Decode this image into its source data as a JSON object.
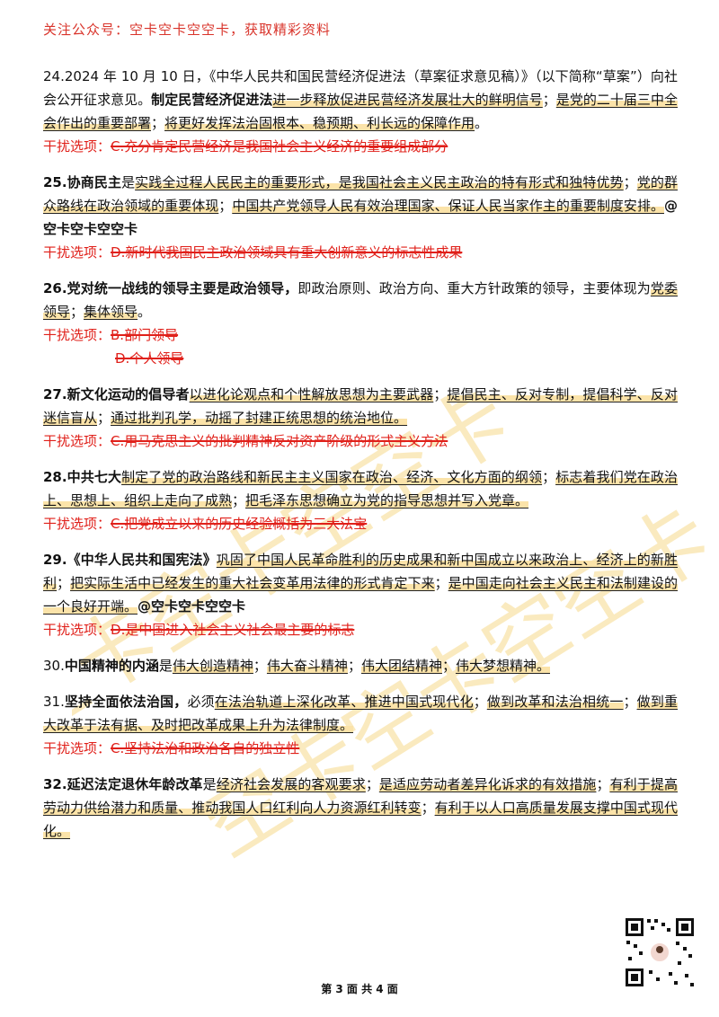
{
  "header": {
    "text": "关注公众号：空卡空卡空空卡，获取精彩资料"
  },
  "watermark": {
    "text": "空卡空卡空空卡",
    "color": "#f5d98a"
  },
  "questions": [
    {
      "number": "24.",
      "lead_plain_1": "2024 年 10 月 10 日，《中华人民共和国民营经济促进法（草案征求意见稿）》（以下简称“草案”）向社会公开征求意见。",
      "lead_bold": "制定民营经济促进法",
      "points": [
        "进一步释放促进民营经济发展壮大的鲜明信号",
        "是党的二十届三中全会作出的重要部署",
        "将更好发挥法治固根本、稳预期、利长远的保障作用"
      ],
      "distractor_label": "干扰选项：",
      "distractor": "C.充分肯定民营经济是我国社会主义经济的重要组成部分"
    },
    {
      "number": "25.",
      "lead_bold": "协商民主",
      "lead_plain": "是",
      "points": [
        "实践全过程人民民主的重要形式，是我国社会主义民主政治的特有形式和独特优势",
        "党的群众路线在政治领域的重要体现",
        "中国共产党领导人民有效治理国家、保证人民当家作主的重要制度安排。"
      ],
      "brand": "@空卡空卡空空卡",
      "distractor_label": "干扰选项：",
      "distractor": "D.新时代我国民主政治领域具有重大创新意义的标志性成果"
    },
    {
      "number": "26.",
      "lead_bold": "党对统一战线的领导主要是政治领导，",
      "lead_plain": "即政治原则、政治方向、重大方针政策的领导，主要体现为",
      "points": [
        "党委领导",
        "集体领导"
      ],
      "distractor_label": "干扰选项：",
      "distractor": "B.部门领导",
      "distractor_extra": "D.个人领导"
    },
    {
      "number": "27.",
      "lead_bold": "新文化运动的倡导者",
      "points": [
        "以进化论观点和个性解放思想为主要武器",
        "提倡民主、反对专制，提倡科学、反对迷信盲从",
        "通过批判孔学，动摇了封建正统思想的统治地位。"
      ],
      "distractor_label": "干扰选项：",
      "distractor": "C.用马克思主义的批判精神反对资产阶级的形式主义方法"
    },
    {
      "number": "28.",
      "lead_bold": "中共七大",
      "points": [
        "制定了党的政治路线和新民主主义国家在政治、经济、文化方面的纲领",
        "标志着我们党在政治上、思想上、组织上走向了成熟",
        "把毛泽东思想确立为党的指导思想并写入党章。"
      ],
      "distractor_label": "干扰选项：",
      "distractor": "C.把党成立以来的历史经验概括为三大法宝"
    },
    {
      "number": "29.",
      "lead_bold": "《中华人民共和国宪法》",
      "points": [
        "巩固了中国人民革命胜利的历史成果和新中国成立以来政治上、经济上的新胜利",
        "把实际生活中已经发生的重大社会变革用法律的形式肯定下来",
        "是中国走向社会主义民主和法制建设的一个良好开端。"
      ],
      "brand": "@空卡空卡空空卡",
      "distractor_label": "干扰选项：",
      "distractor": "D.是中国进入社会主义社会最主要的标志"
    },
    {
      "number": "30.",
      "lead_bold": "中国精神的内涵",
      "lead_plain": "是",
      "points": [
        "伟大创造精神",
        "伟大奋斗精神",
        "伟大团结精神",
        "伟大梦想精神。"
      ]
    },
    {
      "number": "31.",
      "lead_bold": "坚持全面依法治国，",
      "lead_plain": "必须",
      "points": [
        "在法治轨道上深化改革、推进中国式现代化",
        "做到改革和法治相统一",
        "做到重大改革于法有据、及时把改革成果上升为法律制度。"
      ],
      "distractor_label": "干扰选项：",
      "distractor": "C.坚持法治和政治各自的独立性"
    },
    {
      "number": "32.",
      "lead_bold": "延迟法定退休年龄改革",
      "lead_plain": "是",
      "points": [
        "经济社会发展的客观要求",
        "是适应劳动者差异化诉求的有效措施",
        "有利于提高劳动力供给潜力和质量、推动我国人口红利向人力资源红利转变",
        "有利于以人口高质量发展支撑中国式现代化。"
      ]
    }
  ],
  "footer": {
    "text": "第 3 面 共 4 面"
  }
}
